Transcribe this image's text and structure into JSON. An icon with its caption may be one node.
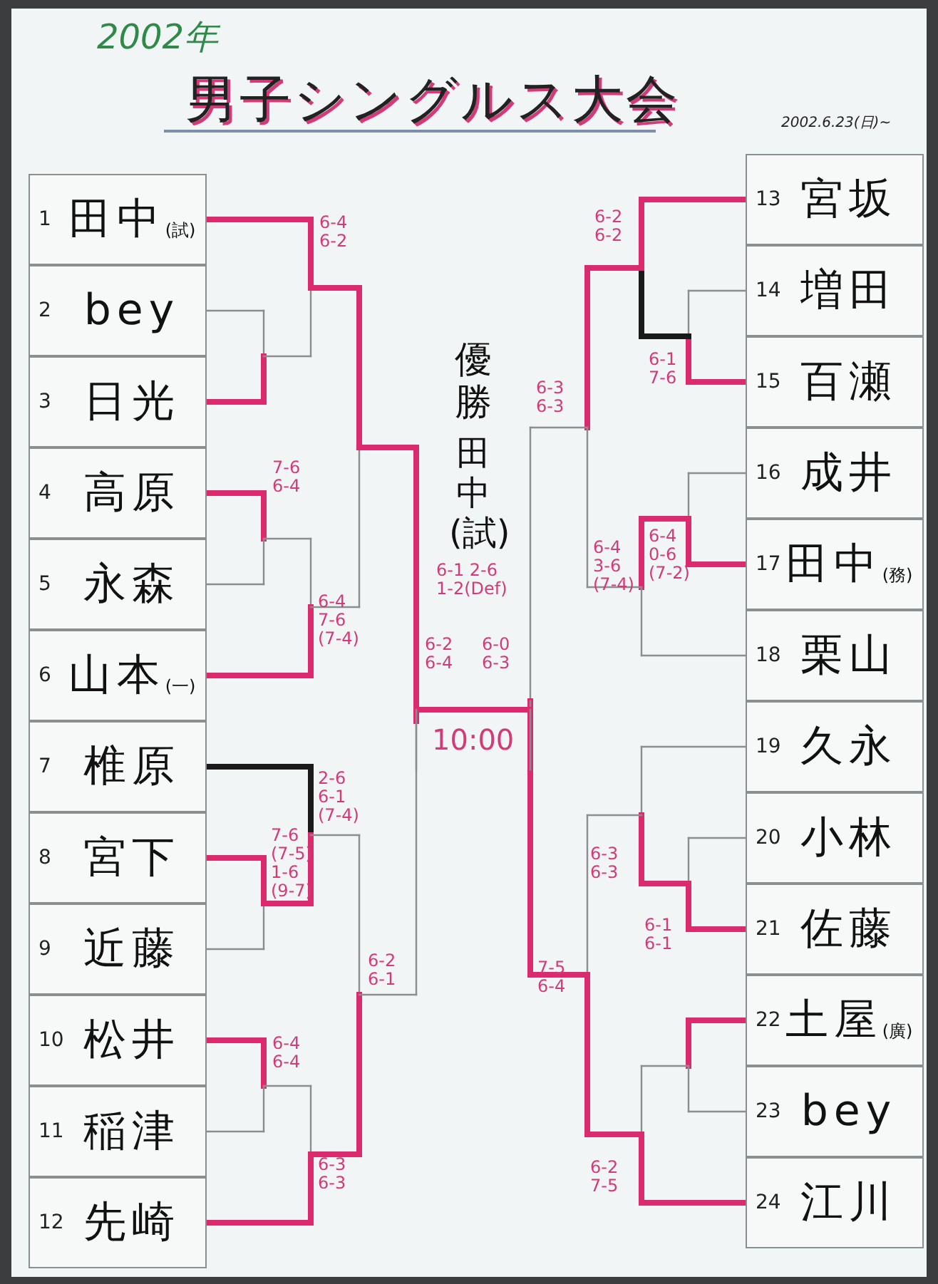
{
  "diagram": {
    "title": "男子シングルス大会",
    "nodes": [
      {
        "text": [
          "1",
          "田中$_{(試)}$"
        ]
      },
      {
        "text": [
          "2",
          "bey"
        ]
      },
      {
        "text": [
          "3",
          "日光"
        ]
      },
      {
        "text": [
          "4",
          "高原"
        ]
      },
      {
        "text": [
          "5",
          "永森"
        ]
      },
      {
        "text": [
          "6",
          "山本$_{(一)}$"
        ]
      },
      {
        "text": [
          "7",
          "椎原"
        ]
      },
      {
        "text": [
          "8",
          "宮下"
        ]
      },
      {
        "text": [
          "9",
          "近藤"
        ]
      },
      {
        "text": [
          "10",
          "松井"
        ]
      },
      {
        "text": [
          "11",
          "稲津"
        ]
      },
      {
        "text": [
          "12",
          "先崎"
        ]
      },
      {
        "text": [
          "13",
          "宮坂"
        ]
      },
      {
        "text": [
          "14",
          "増田"
        ]
      },
      {
        "text": [
          "15",
          "百瀬"
        ]
      },
      {
        "text": [
          "16",
          "成井"
        ]
      },
      {
        "text": [
          "17",
          "田中$_{(務)}$"
        ]
      },
      {
        "text": [
          "18",
          "栗山"
        ]
      },
      {
        "text": [
          "19",
          "久永"
        ]
      },
      {
        "text": [
          "20",
          "小林"
        ]
      },
      {
        "text": [
          "21",
          "佐藤"
        ]
      },
      {
        "text": [
          "22",
          "土屋$_{(廣)}$"
        ]
      },
      {
        "text": [
          "23",
          "bey"
        ]
      },
      {
        "text": [
          "24",
          "江川"
        ]
      },
      {
        "text": [
          "優勝",
          "田中(試)"
        ]
      }
    ],
    "labels": [
      "2002年",
      "2002.6.23(日)~",
      "6-4 6-2",
      "7-6 6-4",
      "6-4 7-6 (7-4)",
      "2-6 6-1 (7-4)",
      "7-6 (7-5) 1-6 (9-7)",
      "6-2 6-1",
      "6-4 6-4",
      "6-3 6-3",
      "6-1 2-6 1-2(Def)",
      "6-2 6-4",
      "6-0 6-3",
      "10:00",
      "6-2 6-2",
      "6-1 7-6",
      "6-3 6-3",
      "6-4 3-6 (7-4)",
      "6-4 0-6 (7-2)",
      "6-3 6-3",
      "6-1 6-1",
      "7-5 6-4",
      "6-2 7-5"
    ]
  }
}
